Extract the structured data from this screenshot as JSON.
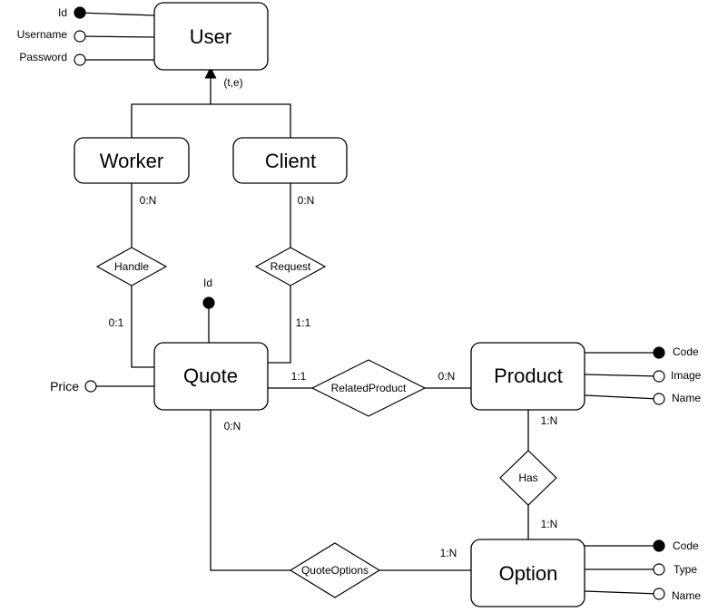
{
  "entities": {
    "user": "User",
    "worker": "Worker",
    "client": "Client",
    "quote": "Quote",
    "product": "Product",
    "option": "Option"
  },
  "relationships": {
    "handle": "Handle",
    "request": "Request",
    "related_product": "RelatedProduct",
    "has": "Has",
    "quote_options": "QuoteOptions"
  },
  "attributes": {
    "user": [
      "Id",
      "Username",
      "Password"
    ],
    "quote_id": "Id",
    "quote_price": "Price",
    "product": [
      "Code",
      "Image",
      "Name"
    ],
    "option": [
      "Code",
      "Type",
      "Name"
    ]
  },
  "specialization": "(t,e)",
  "cardinalities": {
    "worker_handle": "0:N",
    "handle_quote": "0:1",
    "client_request": "0:N",
    "request_quote": "1:1",
    "quote_related": "1:1",
    "related_product": "0:N",
    "product_has": "1:N",
    "has_option": "1:N",
    "quote_quoteoptions": "0:N",
    "quoteoptions_option": "1:N"
  }
}
